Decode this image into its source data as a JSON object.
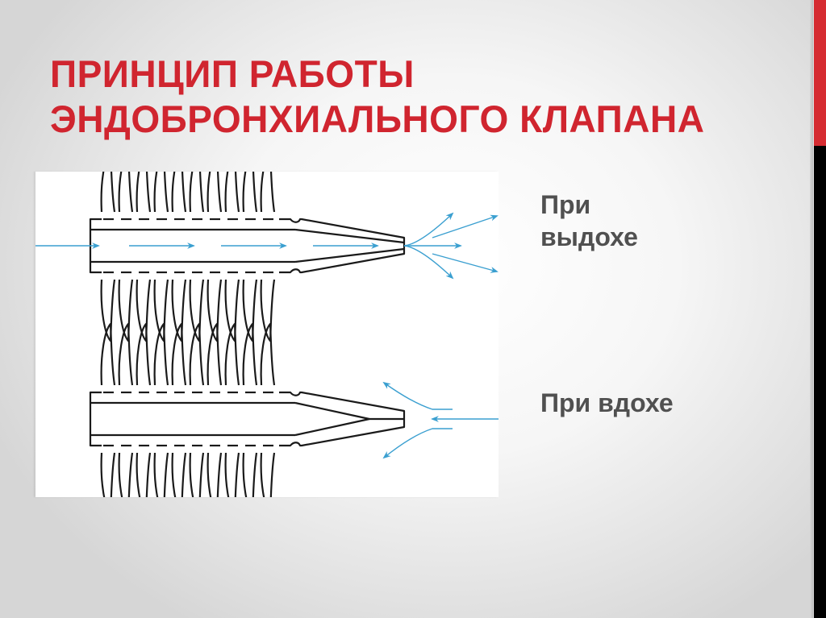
{
  "slide": {
    "title_line1": "Принцип работы",
    "title_line2": "эндобронхиального клапана",
    "colors": {
      "title": "#d0252f",
      "accent_red": "#d52b31",
      "accent_black": "#000000",
      "caption": "#505050",
      "airflow_arrows": "#3a9fd0"
    }
  },
  "diagram": {
    "label": "endobronchial-valve-diagram",
    "panels": [
      {
        "state": "exhale",
        "fins_per_side": 10,
        "valve": "open",
        "flow": "outward"
      },
      {
        "state": "inhale",
        "fins_per_side": 10,
        "valve": "closed",
        "flow": "deflected"
      }
    ]
  },
  "captions": {
    "exhale_line1": "При",
    "exhale_line2": "выдохе",
    "inhale": "При вдохе"
  }
}
